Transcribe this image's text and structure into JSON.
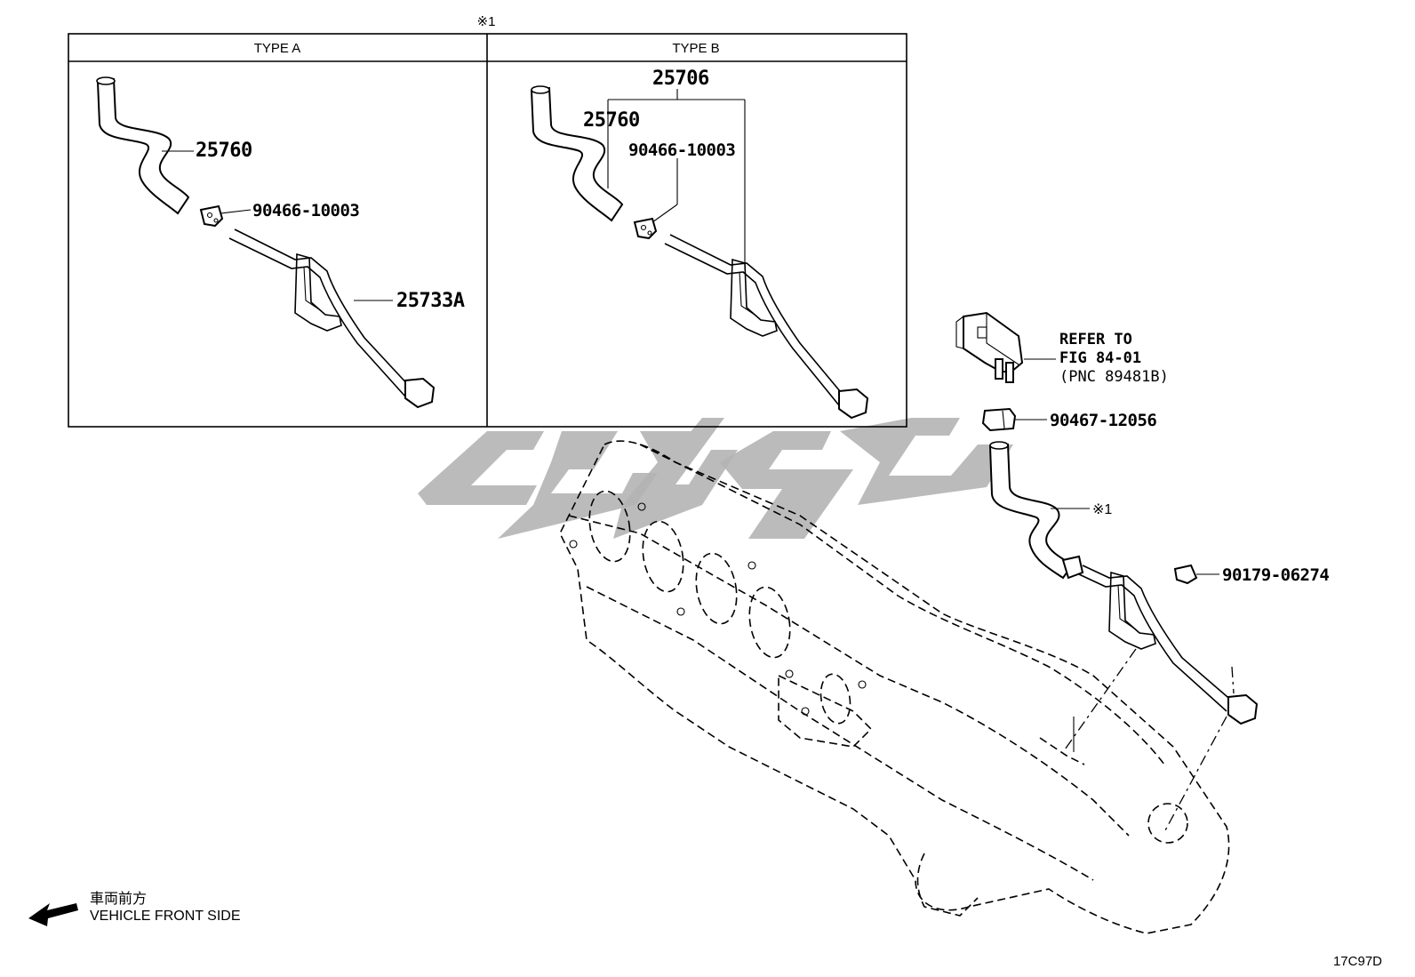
{
  "marker_note": "※1",
  "panels": {
    "type_a": {
      "title": "TYPE A"
    },
    "type_b": {
      "title": "TYPE B"
    }
  },
  "parts": {
    "a_hose": "25760",
    "a_clip": "90466-10003",
    "a_pipe": "25733A",
    "b_assembly": "25706",
    "b_hose": "25760",
    "b_clip": "90466-10003",
    "main_clamp": "90467-12056",
    "main_hose_note": "※1",
    "main_clip": "90179-06274"
  },
  "reference": {
    "line1": "REFER TO",
    "line2": "FIG 84-01",
    "line3": "(PNC 89481B)"
  },
  "direction": {
    "jp": "車両前方",
    "en": "VEHICLE FRONT SIDE"
  },
  "figure_code": "17C97D"
}
